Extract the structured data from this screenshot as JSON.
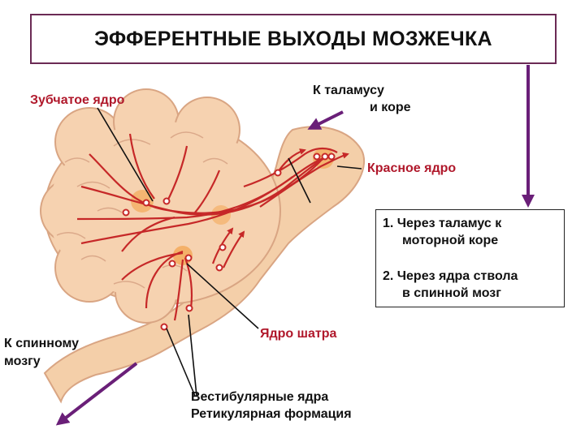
{
  "title": "ЭФФЕРЕНТНЫЕ ВЫХОДЫ МОЗЖЕЧКА",
  "labels": {
    "dentate": "Зубчатое ядро",
    "thalamus_line1": "К таламусу",
    "thalamus_line2": "и коре",
    "red_nucleus": "Красное ядро",
    "spinal_line1": "К спинному",
    "spinal_line2": "мозгу",
    "fastigial": "Ядро шатра",
    "vestibular": "Вестибулярные ядра",
    "reticular": "Ретикулярная формация"
  },
  "pathways": [
    {
      "line1": "1. Через таламус к",
      "line2": "моторной коре"
    },
    {
      "line1": "2. Через ядра ствола",
      "line2": "в спинной мозг"
    }
  ],
  "colors": {
    "title_border": "#6b2a55",
    "arrow_purple": "#6a1f78",
    "pathway_red": "#c62828",
    "label_red": "#b0182b",
    "brain_fill": "#f6d2b0",
    "brain_outline": "#d9a583",
    "nucleus_glow": "#f3a14a"
  }
}
